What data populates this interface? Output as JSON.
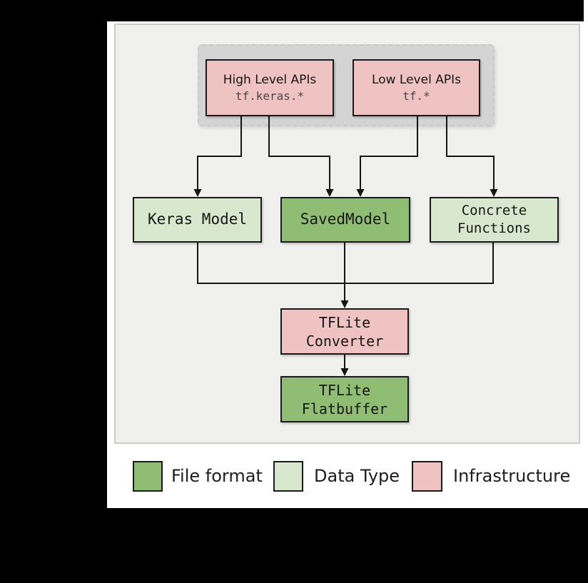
{
  "palette": {
    "file_format_green": "#90bd74",
    "data_type_light_green": "#d8e8cf",
    "infrastructure_pink": "#f0c3c3",
    "panel_background": "#f0f0ef",
    "api_group_background": "#d4d4d4",
    "connector_line": "#141414"
  },
  "diagram": {
    "high_api": {
      "title": "High Level APIs",
      "code": "tf.keras.*"
    },
    "low_api": {
      "title": "Low Level APIs",
      "code": "tf.*"
    },
    "keras_model": {
      "label": "Keras Model"
    },
    "saved_model": {
      "label": "SavedModel"
    },
    "concrete_functions": {
      "line1": "Concrete",
      "line2": "Functions"
    },
    "tflite_converter": {
      "line1": "TFLite",
      "line2": "Converter"
    },
    "tflite_flatbuffer": {
      "line1": "TFLite",
      "line2": "Flatbuffer"
    }
  },
  "legend": {
    "items": [
      {
        "label": "File format",
        "color": "#90bd74"
      },
      {
        "label": "Data Type",
        "color": "#d8e8cf"
      },
      {
        "label": "Infrastructure",
        "color": "#f0c3c3"
      }
    ]
  }
}
